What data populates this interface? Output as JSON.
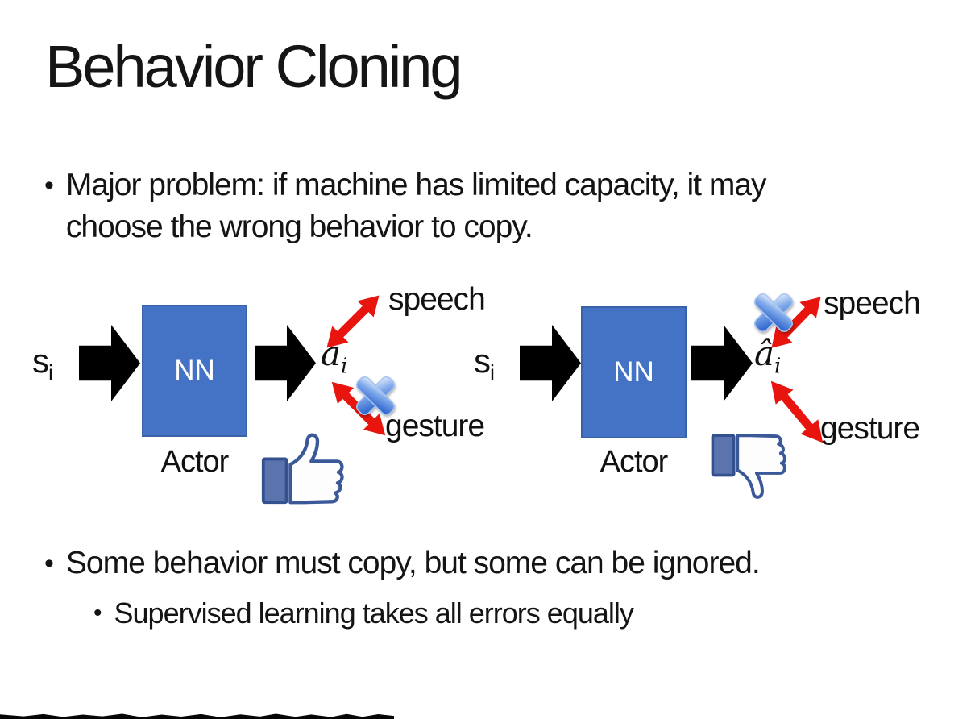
{
  "slide": {
    "title": "Behavior Cloning",
    "bullet_char": "•",
    "bullets": {
      "major_problem": "Major problem: if machine has limited capacity, it may choose the wrong behavior to copy.",
      "some_behavior": "Some behavior must copy, but some can be ignored.",
      "supervised": "Supervised learning takes all errors equally"
    }
  },
  "diagrams": {
    "left": {
      "input": "s",
      "input_sub": "i",
      "nn": "NN",
      "output": "â",
      "output_sub": "i",
      "actor": "Actor",
      "speech": "speech",
      "gesture": "gesture",
      "crossed_out": "gesture",
      "feedback_icon": "thumbs-up-icon"
    },
    "right": {
      "input": "s",
      "input_sub": "i",
      "nn": "NN",
      "output": "â",
      "output_sub": "i",
      "actor": "Actor",
      "speech": "speech",
      "gesture": "gesture",
      "crossed_out": "speech",
      "feedback_icon": "thumbs-down-icon"
    }
  },
  "icons": {
    "flow_arrow": "black-block-arrow-right",
    "relation_arrow": "red-double-headed-arrow",
    "cross_mark": "glossy-blue-x",
    "thumbs_up": "facebook-style-like",
    "thumbs_down": "facebook-style-dislike"
  },
  "colors": {
    "nn_fill": "#4472C4",
    "nn_border": "#3A62A8",
    "arrow_black": "#000000",
    "arrow_red": "#E8150F",
    "x_blue": "#3168CE",
    "thumb_outline": "#3B5998",
    "thumb_cuff": "#5C74AE",
    "text": "#141414"
  }
}
